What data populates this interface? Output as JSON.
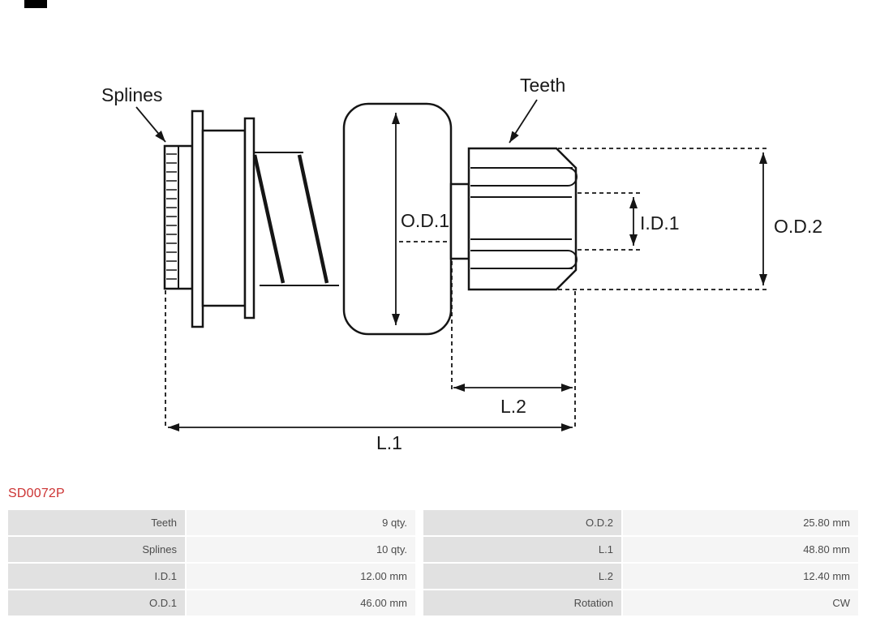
{
  "part": {
    "number": "SD0072P"
  },
  "diagram": {
    "labels": {
      "splines": "Splines",
      "teeth": "Teeth",
      "od1": "O.D.1",
      "id1": "I.D.1",
      "od2": "O.D.2",
      "l1": "L.1",
      "l2": "L.2"
    }
  },
  "spec_table": {
    "rows": [
      {
        "cells": [
          {
            "label": "Teeth",
            "value": "9 qty."
          },
          {
            "label": "O.D.2",
            "value": "25.80 mm"
          }
        ]
      },
      {
        "cells": [
          {
            "label": "Splines",
            "value": "10 qty."
          },
          {
            "label": "L.1",
            "value": "48.80 mm"
          }
        ]
      },
      {
        "cells": [
          {
            "label": "I.D.1",
            "value": "12.00 mm"
          },
          {
            "label": "L.2",
            "value": "12.40 mm"
          }
        ]
      },
      {
        "cells": [
          {
            "label": "O.D.1",
            "value": "46.00 mm"
          },
          {
            "label": "Rotation",
            "value": "CW"
          }
        ]
      }
    ]
  },
  "colors": {
    "accent": "#cc3333",
    "line": "#151515",
    "table_label_bg": "#e1e1e1",
    "table_value_bg": "#f5f5f5"
  }
}
